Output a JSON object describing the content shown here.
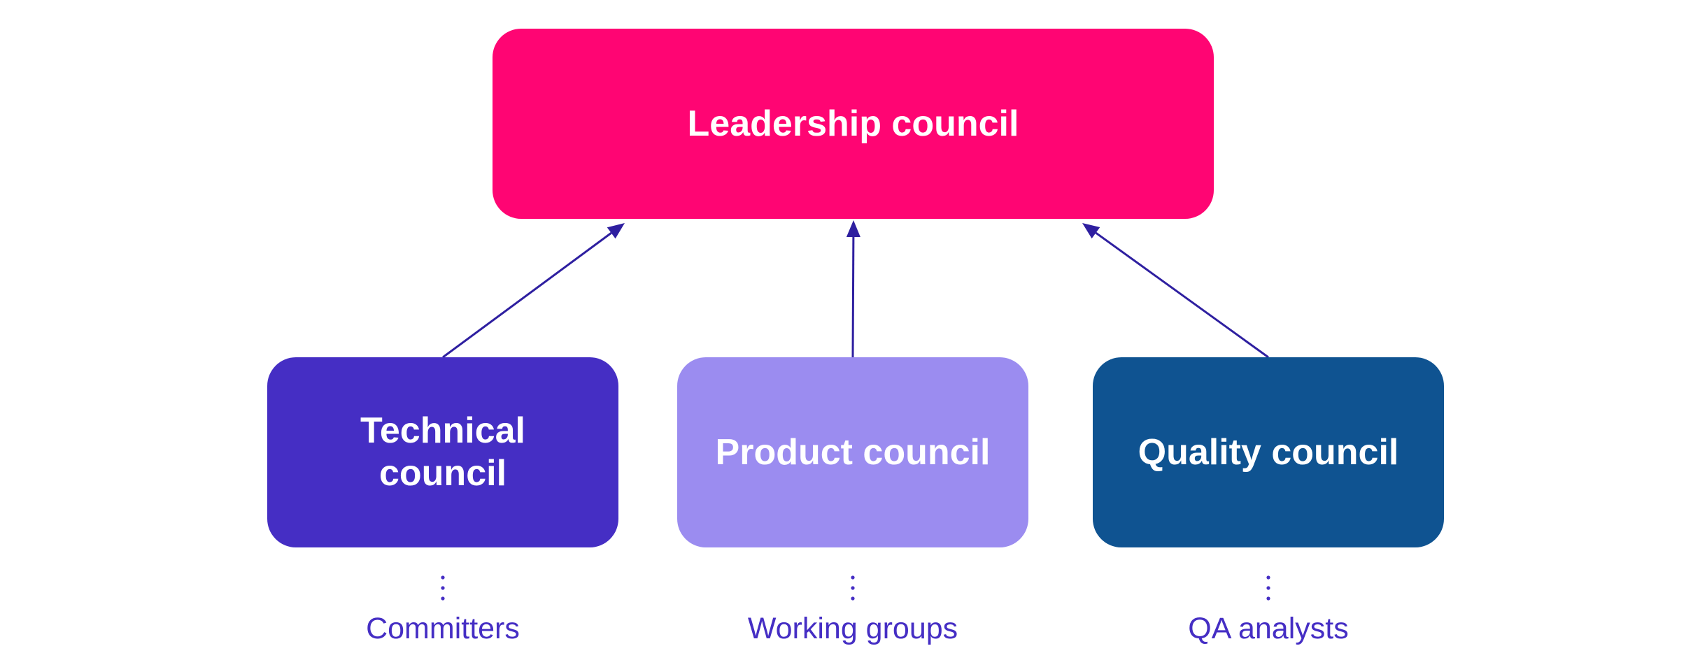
{
  "colors": {
    "leadership": "#FF0573",
    "technical": "#452EC4",
    "product": "#9B8CF0",
    "quality": "#0F5391",
    "connector": "#2E1FA0",
    "subtext": "#452EC4"
  },
  "diagram": {
    "root": {
      "label": "Leadership council"
    },
    "children": [
      {
        "label": "Technical council",
        "sub_label": "Committers"
      },
      {
        "label": "Product council",
        "sub_label": "Working groups"
      },
      {
        "label": "Quality council",
        "sub_label": "QA analysts"
      }
    ]
  }
}
